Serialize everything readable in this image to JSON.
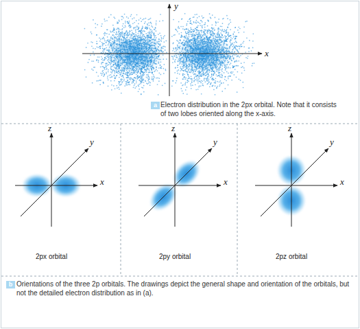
{
  "diagram": {
    "nodes": [
      {
        "text": [
          "a"
        ]
      },
      {
        "text": [
          "b"
        ]
      }
    ],
    "labels": [
      "y",
      "x",
      "Electron distribution in the 2px orbital. Note that it consists of two lobes oriented along the x-axis.",
      "z",
      "y",
      "x",
      "2px orbital",
      "z",
      "y",
      "x",
      "2py orbital",
      "z",
      "y",
      "x",
      "2pz orbital",
      "Orientations of the three 2p orbitals. The drawings depict the general shape and orientation of the orbitals, but not the detailed electron distribution as in (a)."
    ]
  }
}
